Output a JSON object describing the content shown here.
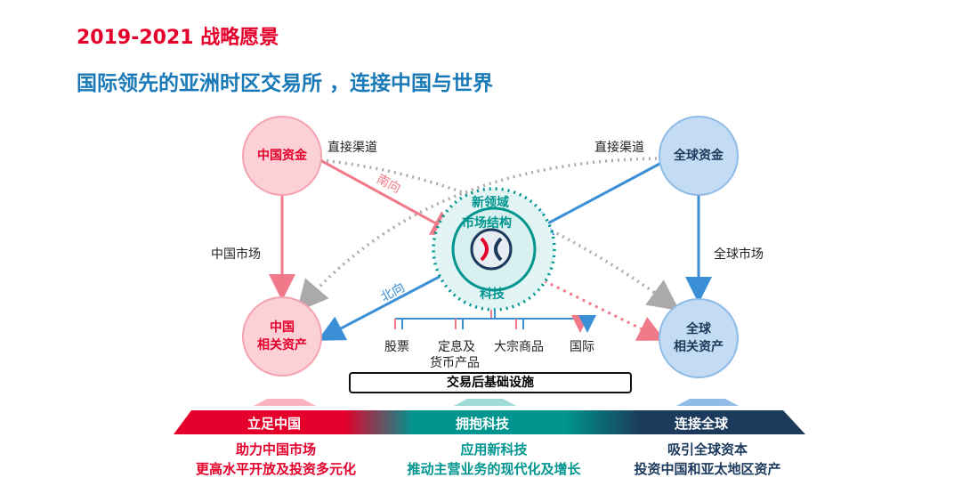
{
  "title": "2019-2021 战略愿景",
  "subtitle": "国际领先的亚洲时区交易所 ，连接中国与世界",
  "nodes": {
    "china_funds": "中国资金",
    "global_funds": "全球资金",
    "china_assets_1": "中国",
    "china_assets_2": "相关资产",
    "global_assets_1": "全球",
    "global_assets_2": "相关资产"
  },
  "labels": {
    "direct_left": "直接渠道",
    "direct_right": "直接渠道",
    "southbound": "南向",
    "northbound": "北向",
    "china_market": "中国市场",
    "global_market": "全球市场"
  },
  "center": {
    "ring1": "新领域",
    "ring2": "市场结构",
    "ring3": "科技"
  },
  "products": [
    "股票",
    "定息及",
    "货币产品",
    "大宗商品",
    "国际"
  ],
  "infra": "交易后基础设施",
  "pillars": [
    {
      "name": "立足中国",
      "line1": "助力中国市场",
      "line2": "更高水平开放及投资多元化"
    },
    {
      "name": "拥抱科技",
      "line1": "应用新科技",
      "line2": "推动主营业务的现代化及增长"
    },
    {
      "name": "连接全球",
      "line1": "吸引全球资本",
      "line2": "投资中国和亚太地区资产"
    }
  ],
  "colors": {
    "red": "#e4002b",
    "teal": "#00958f",
    "navy": "#1b3a5c",
    "blue": "#1a7ab8",
    "pink": "#f07a8a",
    "lightblue": "#3a8fd6"
  }
}
